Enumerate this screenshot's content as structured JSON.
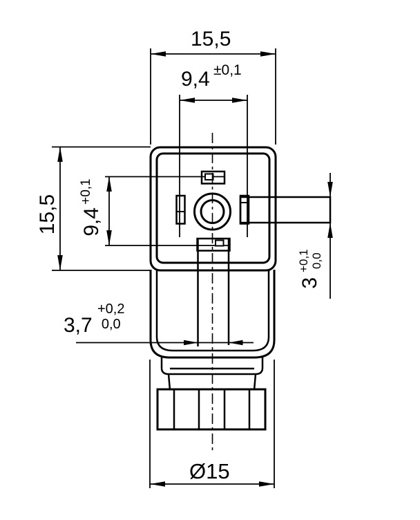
{
  "drawing": {
    "type": "technical-dimension-drawing",
    "subject": "valve-connector front elevation with cable gland",
    "colors": {
      "ink": "#000000",
      "paper": "#ffffff"
    }
  },
  "dimensions": {
    "body_width": {
      "value": "15,5"
    },
    "pin_pitch_horizontal": {
      "value": "9,4",
      "tolerance": "±0,1"
    },
    "body_height": {
      "value": "15,5"
    },
    "pin_pitch_vertical": {
      "value": "9,4",
      "tolerance": "+0,1"
    },
    "tab_thickness": {
      "value": "3",
      "tolerance_upper": "+0,1",
      "tolerance_lower": "0,0"
    },
    "keyway_width": {
      "value": "3,7",
      "tolerance_upper": "+0,2",
      "tolerance_lower": "0,0"
    },
    "flange_diameter": {
      "value": "Ø15"
    }
  }
}
